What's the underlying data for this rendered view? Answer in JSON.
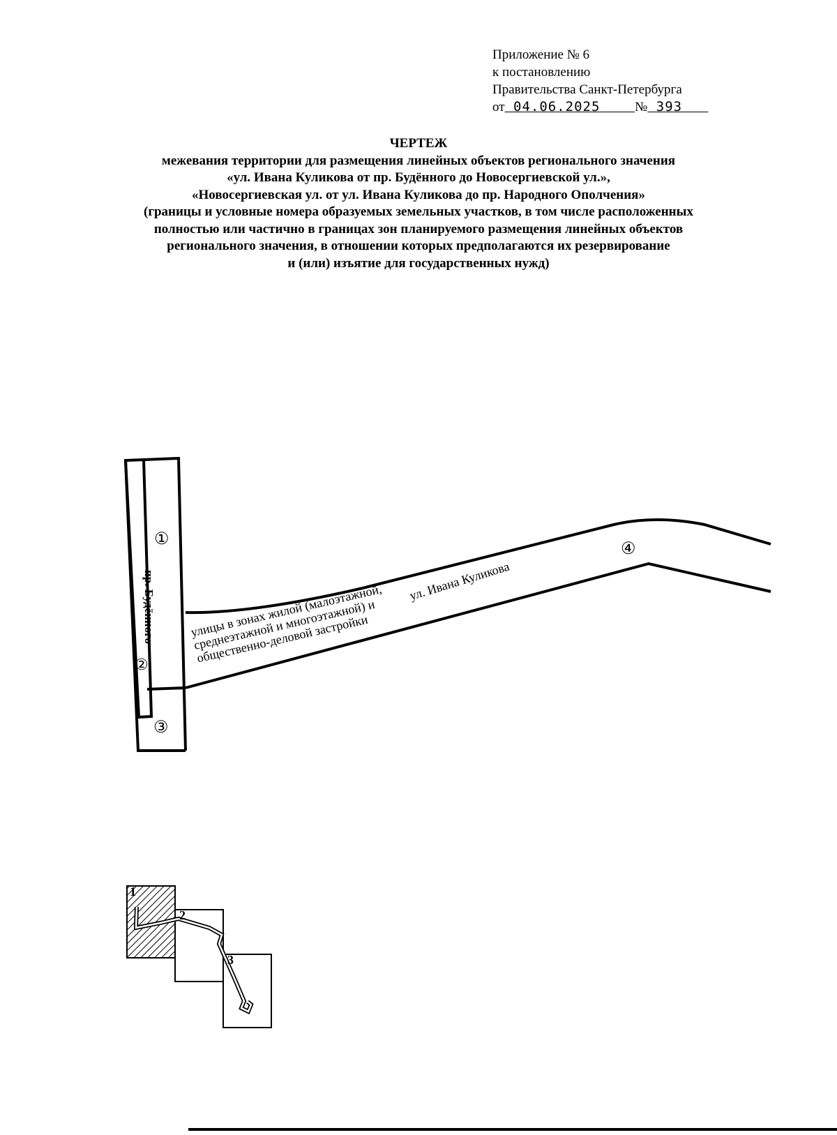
{
  "header": {
    "line1": "Приложение № 6",
    "line2": "к постановлению",
    "line3": "Правительства Санкт-Петербурга",
    "date_prefix": "от",
    "date": "04.06.2025",
    "number_prefix": "№",
    "number": "393"
  },
  "title": {
    "heading": "ЧЕРТЕЖ",
    "lines": [
      "межевания территории для размещения линейных объектов регионального значения",
      "«ул. Ивана Куликова от пр. Будённого до Новосергиевской ул.»,",
      "«Новосергиевская ул. от ул. Ивана Куликова до пр. Народного Ополчения»",
      "(границы и условные номера образуемых земельных участков, в том числе расположенных",
      "полностью или частично в границах зон  планируемого размещения линейных  объектов",
      "регионального значения, в отношении которых предполагаются их резервирование",
      "и (или) изъятие для государственных нужд)"
    ]
  },
  "drawing": {
    "plots": [
      "①",
      "②",
      "③",
      "④"
    ],
    "street_budennogo": "пр. Будённого",
    "street_kulikova": "ул. Ивана Куликова",
    "zone_lines": [
      "улицы в зонах жилой (малоэтажной,",
      "среднеэтажной и многоэтажной) и",
      "общественно-деловой застройки"
    ]
  },
  "key_map": {
    "sheets": [
      "1",
      "2",
      "3"
    ],
    "current_sheet": "1"
  }
}
